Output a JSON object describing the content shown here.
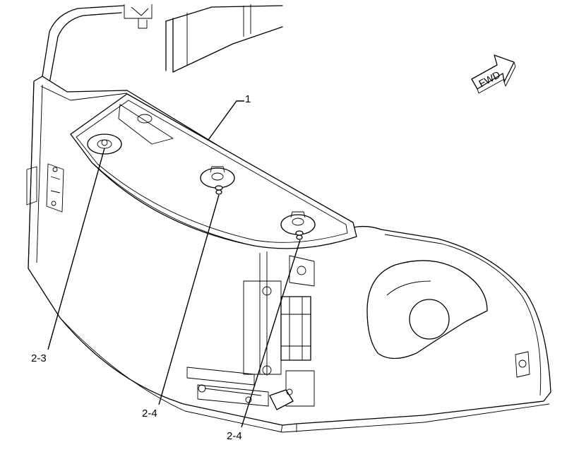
{
  "fwd_label": "FWD",
  "callouts": [
    {
      "id": "callout-1",
      "label": "1"
    },
    {
      "id": "callout-2-3",
      "label": "2-3"
    },
    {
      "id": "callout-2-4-a",
      "label": "2-4"
    },
    {
      "id": "callout-2-4-b",
      "label": "2-4"
    }
  ]
}
